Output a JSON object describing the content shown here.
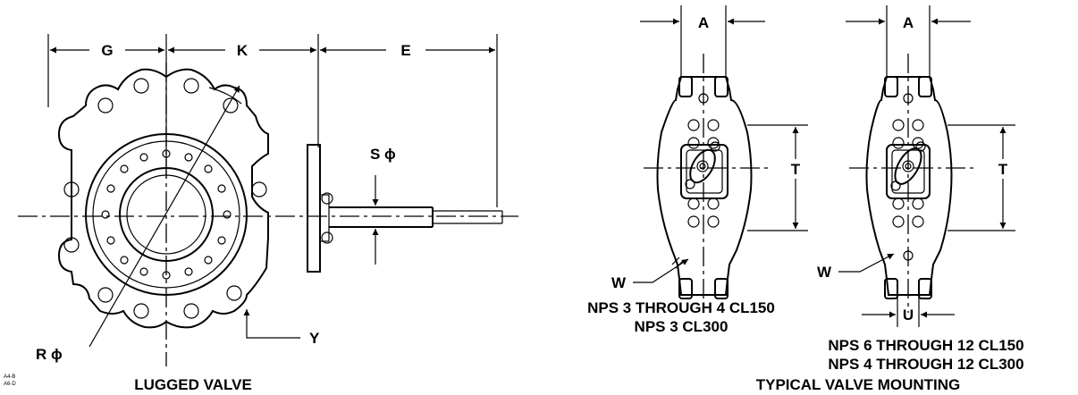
{
  "lugged_view": {
    "dim_g": "G",
    "dim_k": "K",
    "dim_e": "E",
    "dim_s": "S ϕ",
    "dim_r": "R ϕ",
    "dim_y": "Y",
    "caption": "LUGGED VALVE",
    "drawing_ref_1": "A4-B",
    "drawing_ref_2": "A6-D"
  },
  "mounting_small": {
    "dim_a": "A",
    "dim_t": "T",
    "dim_w": "W",
    "caption_line1": "NPS 3 THROUGH 4 CL150",
    "caption_line2": "NPS 3 CL300"
  },
  "mounting_large": {
    "dim_a": "A",
    "dim_t": "T",
    "dim_w": "W",
    "dim_u": "U",
    "caption_line1": "NPS 6 THROUGH 12 CL150",
    "caption_line2": "NPS 4 THROUGH 12 CL300"
  },
  "footer_caption": "TYPICAL VALVE MOUNTING"
}
